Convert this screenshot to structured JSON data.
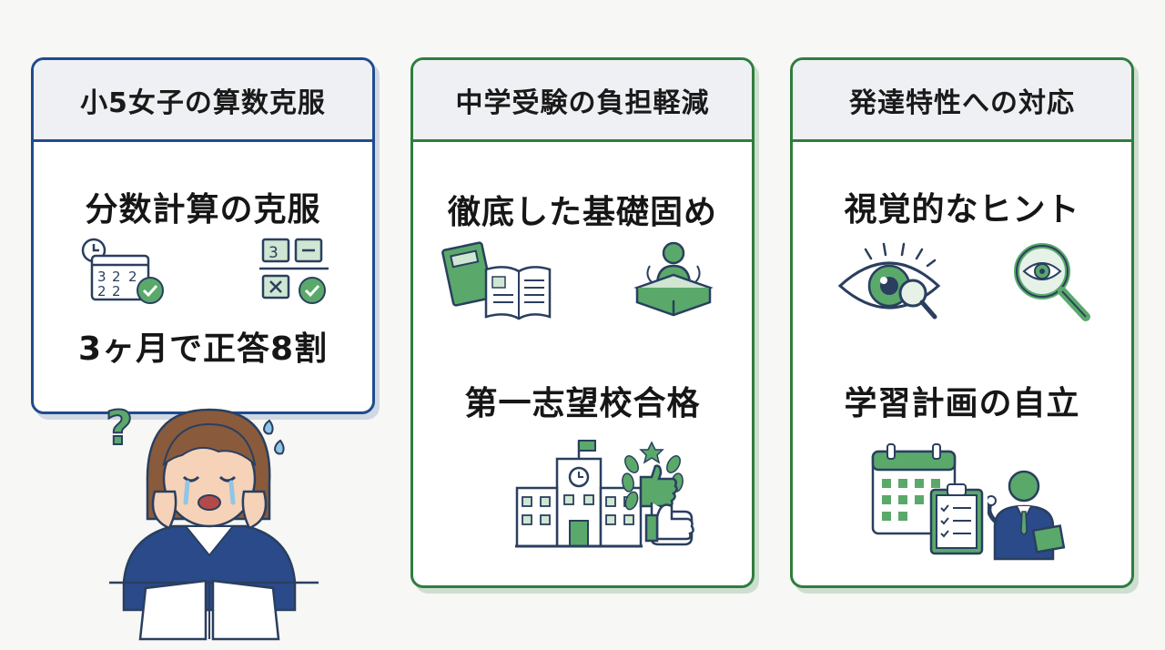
{
  "cards": [
    {
      "header": "小5女子の算数克服",
      "items": [
        {
          "text": "分数計算の克服",
          "icons": [
            "clock-calendar-math-icon",
            "fraction-check-icon"
          ]
        },
        {
          "text": "3ヶ月で正答8割"
        }
      ]
    },
    {
      "header": "中学受験の負担軽減",
      "items": [
        {
          "text": "徹底した基礎固め",
          "icons": [
            "books-icon",
            "student-desk-icon"
          ]
        },
        {
          "text": "第一志望校合格",
          "icons": [
            "school-building-icon",
            "thumbs-up-laurel-icon"
          ]
        }
      ]
    },
    {
      "header": "発達特性への対応",
      "items": [
        {
          "text": "視覚的なヒント",
          "icons": [
            "eye-magnifier-icon",
            "magnifier-eye-icon"
          ]
        },
        {
          "text": "学習計画の自立",
          "icons": [
            "calendar-icon",
            "checklist-icon",
            "businessperson-icon"
          ]
        }
      ]
    }
  ],
  "illustration": {
    "name": "worried-girl-studying",
    "question_mark": "?"
  },
  "colors": {
    "blue": "#1f4b8f",
    "green": "#2f7d3e",
    "icon_green": "#5aa96b",
    "icon_navy": "#2a3f5f"
  }
}
